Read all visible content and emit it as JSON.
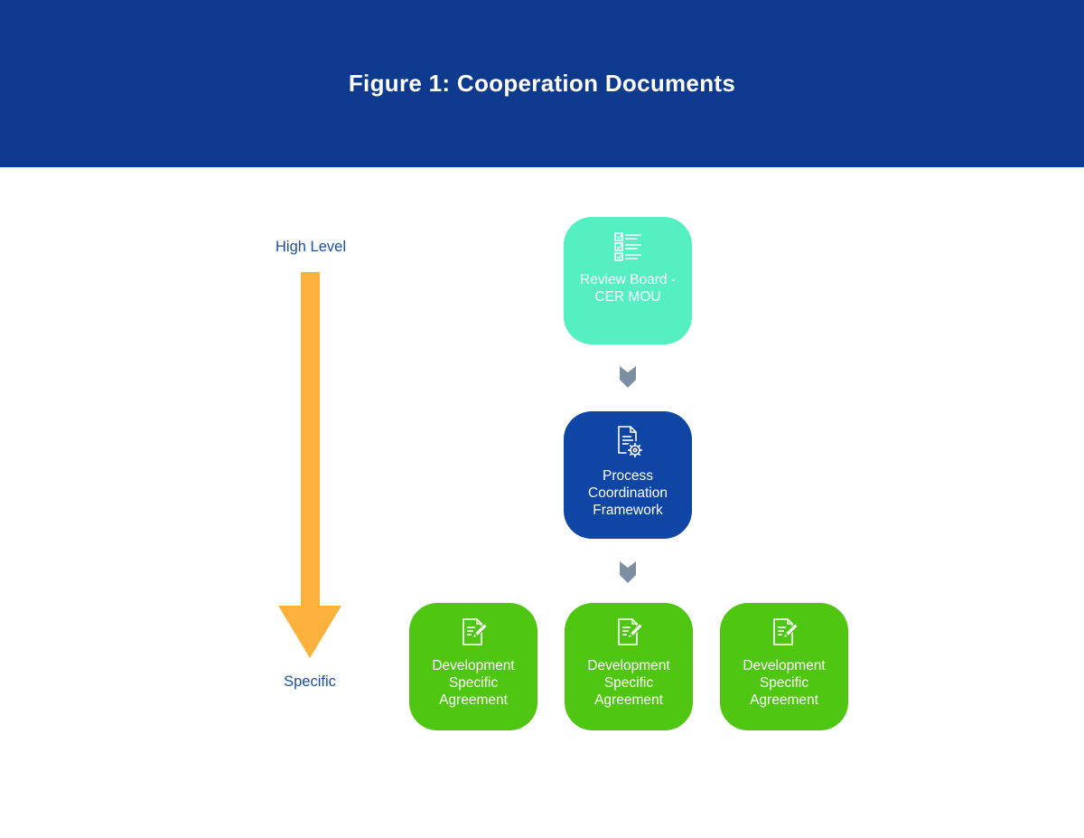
{
  "header": {
    "title": "Figure 1: Cooperation Documents",
    "background": "#0D3A8C"
  },
  "scale": {
    "top_label": "High Level",
    "bottom_label": "Specific",
    "arrow_color": "#FCB13C",
    "label_color": "#1C4E9E"
  },
  "diagram": {
    "top_node": {
      "label": "Review Board -\nCER MOU",
      "icon": "checklist-icon",
      "color": "#54F0C2"
    },
    "middle_node": {
      "label": "Process\nCoordination\nFramework",
      "icon": "document-gear-icon",
      "color": "#0F46A5"
    },
    "bottom_nodes": [
      {
        "label": "Development\nSpecific\nAgreement",
        "icon": "document-pencil-icon",
        "color": "#4EC612"
      },
      {
        "label": "Development\nSpecific\nAgreement",
        "icon": "document-pencil-icon",
        "color": "#4EC612"
      },
      {
        "label": "Development\nSpecific\nAgreement",
        "icon": "document-pencil-icon",
        "color": "#4EC612"
      }
    ],
    "connector": {
      "icon": "chevron-down-icon",
      "color": "#7C8FA3"
    }
  }
}
